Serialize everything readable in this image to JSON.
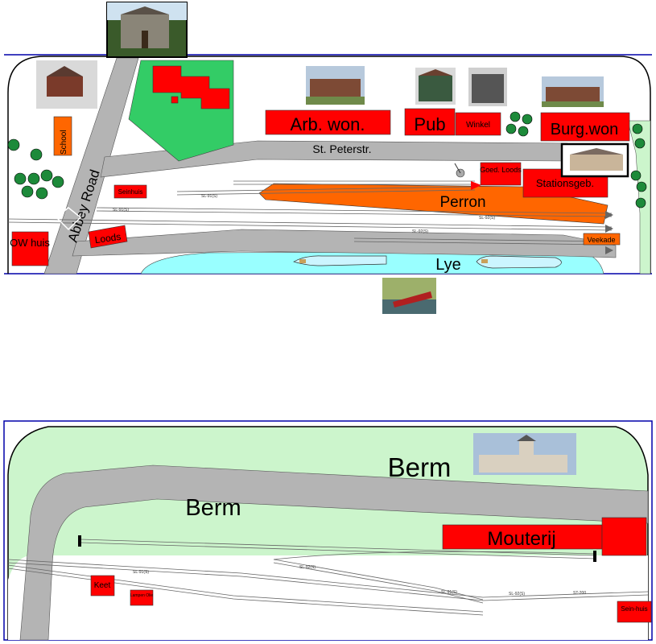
{
  "top_plan": {
    "labels": {
      "abbey_road": "Abbey Road",
      "school": "School",
      "seinhuis": "Seinhuis",
      "loods": "Loods",
      "ow_huis": "OW huis",
      "arb_won": "Arb. won.",
      "pub": "Pub",
      "winkel": "Winkel",
      "burg_won": "Burg.won",
      "st_peterstr": "St. Peterstr.",
      "goed_loods": "Goed. Loods",
      "stationsgeb": "Stationsgeb.",
      "perron": "Perron",
      "veekade": "Veekade",
      "lye": "Lye"
    },
    "track_labels": [
      "SL-91(S)",
      "SL-91(S)",
      "SL-92(S)",
      "SL-92(S)"
    ]
  },
  "bottom_plan": {
    "labels": {
      "berm_top": "Berm",
      "berm_left": "Berm",
      "mouterij": "Mouterij",
      "keet": "Keet",
      "lampen_olie": "Lampen Olie",
      "seinhuis": "Sein-huis"
    },
    "track_labels": [
      "SL-91(S)",
      "SL-92(S)",
      "SL-91(S)",
      "SL-92(S)",
      "ST-200"
    ]
  },
  "colors": {
    "road": "#b4b4b4",
    "grass": "#ccf5cc",
    "bright_grass": "#33cc66",
    "water": "#99ffff",
    "building_red": "#ff0000",
    "perron_orange": "#ff6600",
    "frame_blue": "#0000aa"
  },
  "icons": [
    "tree-icon",
    "house-photo",
    "church-photo",
    "narrowboat-icon",
    "crane-icon",
    "signal-icon"
  ]
}
